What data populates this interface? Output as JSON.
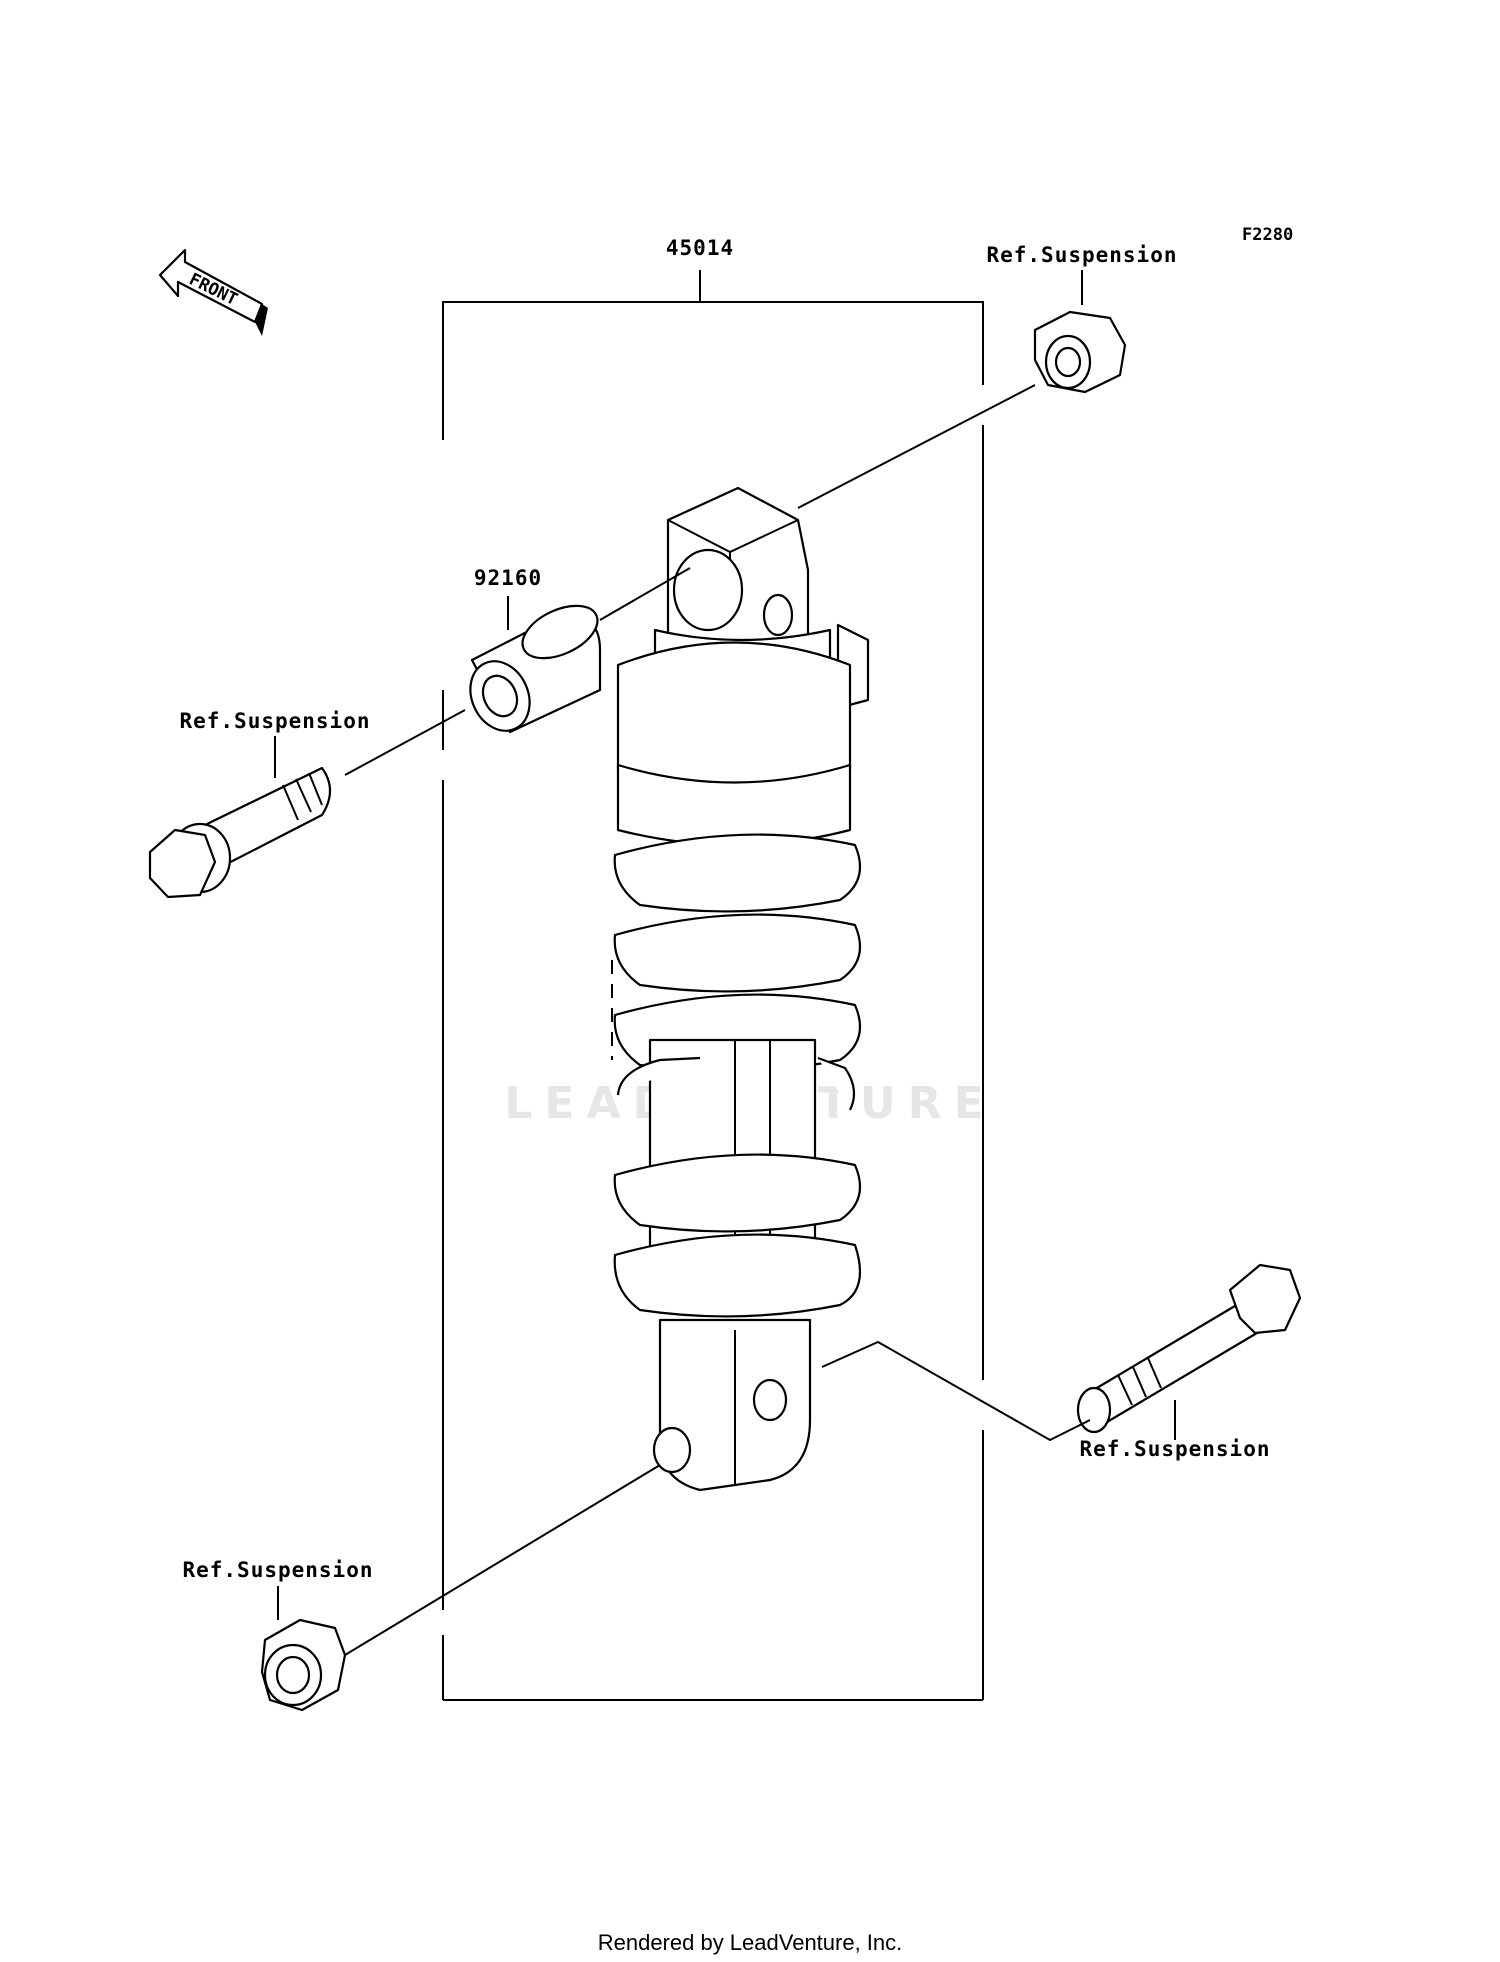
{
  "diagram_code": "F2280",
  "front_label": "FRONT",
  "parts": {
    "shock_absorber": "45014",
    "collar": "92160"
  },
  "refs": {
    "top_nut": "Ref.Suspension",
    "left_bolt": "Ref.Suspension",
    "right_bolt": "Ref.Suspension",
    "bottom_nut": "Ref.Suspension"
  },
  "watermark": "LEADVENTURE",
  "footer": "Rendered by LeadVenture, Inc.",
  "colors": {
    "line": "#000000",
    "background": "#ffffff",
    "watermark": "#e6e6e6"
  }
}
